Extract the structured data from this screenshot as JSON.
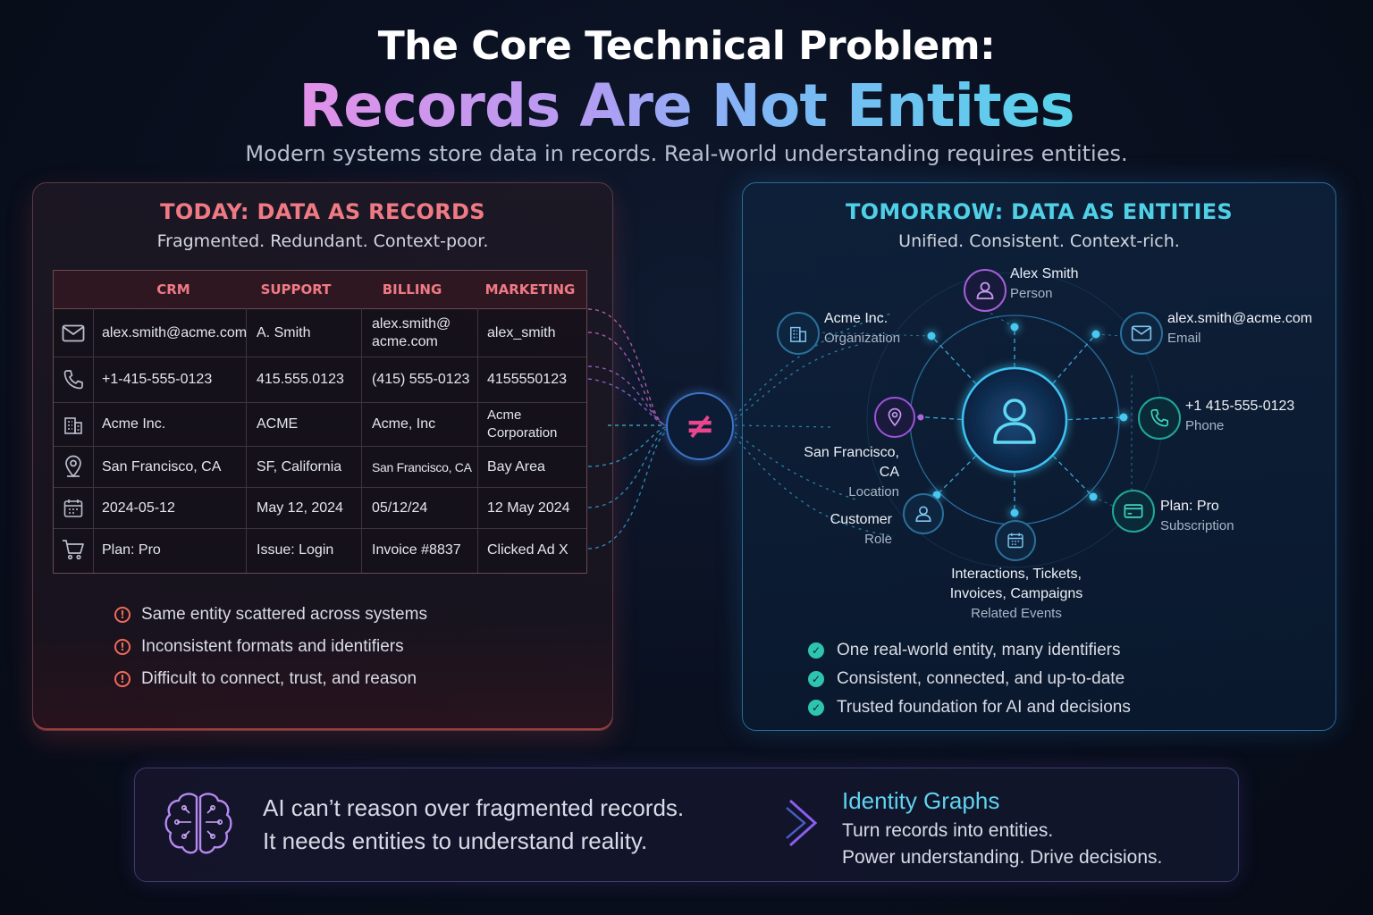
{
  "header": {
    "title_line1": "The Core Technical Problem:",
    "title_line2": "Records Are Not Entites",
    "subtitle": "Modern systems store data in records. Real-world understanding requires entities."
  },
  "left_panel": {
    "title": "TODAY: DATA AS RECORDS",
    "subtitle": "Fragmented. Redundant. Context-poor.",
    "columns": [
      "CRM",
      "SUPPORT",
      "BILLING",
      "MARKETING"
    ],
    "rows": [
      {
        "icon": "mail-icon",
        "cells": [
          "alex.smith@acme.com",
          "A. Smith",
          "alex.smith@\nacme.com",
          "alex_smith"
        ]
      },
      {
        "icon": "phone-icon",
        "cells": [
          "+1-415-555-0123",
          "415.555.0123",
          "(415) 555-0123",
          "4155550123"
        ]
      },
      {
        "icon": "building-icon",
        "cells": [
          "Acme Inc.",
          "ACME",
          "Acme, Inc",
          "Acme Corporation"
        ]
      },
      {
        "icon": "location-pin-icon",
        "cells": [
          "San Francisco, CA",
          "SF, California",
          "San Francisco, CA",
          "Bay Area"
        ]
      },
      {
        "icon": "calendar-icon",
        "cells": [
          "2024-05-12",
          "May 12, 2024",
          "05/12/24",
          "12 May 2024"
        ]
      },
      {
        "icon": "cart-icon",
        "cells": [
          "Plan: Pro",
          "Issue: Login",
          "Invoice #8837",
          "Clicked Ad X"
        ]
      }
    ],
    "issues": [
      "Same entity scattered across systems",
      "Inconsistent formats and identifiers",
      "Difficult to connect, trust, and reason"
    ],
    "accent": "#f07a84"
  },
  "connector": {
    "symbol": "≠"
  },
  "right_panel": {
    "title": "TOMORROW: DATA AS ENTITIES",
    "subtitle": "Unified. Consistent. Context-rich.",
    "nodes": {
      "person": {
        "label": "Alex Smith",
        "type": "Person",
        "icon": "person-icon"
      },
      "organization": {
        "label": "Acme Inc.",
        "type": "Organization",
        "icon": "building-icon"
      },
      "email": {
        "label": "alex.smith@acme.com",
        "type": "Email",
        "icon": "mail-icon"
      },
      "phone": {
        "label": "+1 415-555-0123",
        "type": "Phone",
        "icon": "phone-icon"
      },
      "location": {
        "label": "San Francisco, CA",
        "type": "Location",
        "icon": "location-pin-icon"
      },
      "role": {
        "label": "Customer",
        "type": "Role",
        "icon": "user-icon"
      },
      "subscription": {
        "label": "Plan: Pro",
        "type": "Subscription",
        "icon": "credit-card-icon"
      },
      "events": {
        "label_line1": "Interactions, Tickets,",
        "label_line2": "Invoices, Campaigns",
        "type": "Related Events",
        "icon": "calendar-icon"
      }
    },
    "benefits": [
      "One real-world entity, many identifiers",
      "Consistent, connected, and up-to-date",
      "Trusted foundation for AI and decisions"
    ],
    "accent": "#4fd0e6"
  },
  "footer": {
    "left_line1": "AI can’t reason over fragmented records.",
    "left_line2": "It needs entities to understand reality.",
    "right_title": "Identity Graphs",
    "right_line1": "Turn records into entities.",
    "right_line2": "Power understanding. Drive decisions."
  }
}
